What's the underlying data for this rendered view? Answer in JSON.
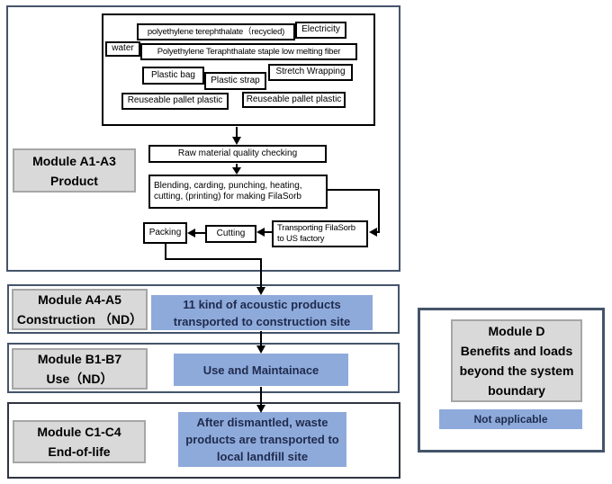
{
  "diagram": {
    "module_a1a3": {
      "label": [
        "Module A1-A3",
        "Product"
      ],
      "inputs": [
        "polyethylene terephthalate（recycled)",
        "Electricity",
        "water",
        "Polyethylene Teraphthalate staple low melting fiber",
        "Plastic bag",
        "Plastic strap",
        "Stretch Wrapping",
        "Reuseable pallet plastic",
        "Reuseable pallet plastic"
      ],
      "raw_check": "Raw material quality checking",
      "blending": [
        "Blending, carding, punching, heating,",
        "cutting, (printing) for making FilaSorb"
      ],
      "packing": "Packing",
      "cutting": "Cutting",
      "transporting": [
        "Transporting FilaSorb",
        "to US factory"
      ]
    },
    "module_a4a5": {
      "label": [
        "Module A4-A5",
        "Construction （ND）"
      ],
      "content": [
        "11 kind of acoustic products",
        "transported to construction site"
      ]
    },
    "module_b1b7": {
      "label": [
        "Module B1-B7",
        "Use（ND）"
      ],
      "content": [
        "Use and Maintainace"
      ]
    },
    "module_c1c4": {
      "label": [
        "Module C1-C4",
        "End-of-life"
      ],
      "content": [
        "After dismantled, waste",
        "products are transported to",
        "local landfill site"
      ]
    },
    "module_d": {
      "label": [
        "Module D",
        "Benefits and loads",
        "beyond the system",
        "boundary"
      ],
      "content": [
        "Not applicable"
      ]
    }
  },
  "colors": {
    "frame_navy": "#44546A",
    "frame_dark": "#2E3440",
    "box_border": "#000000",
    "gray_fill": "#D9D9D9",
    "gray_border": "#A6A6A6",
    "blue_fill": "#8EAADB",
    "blue_text": "#1F2B4D"
  }
}
